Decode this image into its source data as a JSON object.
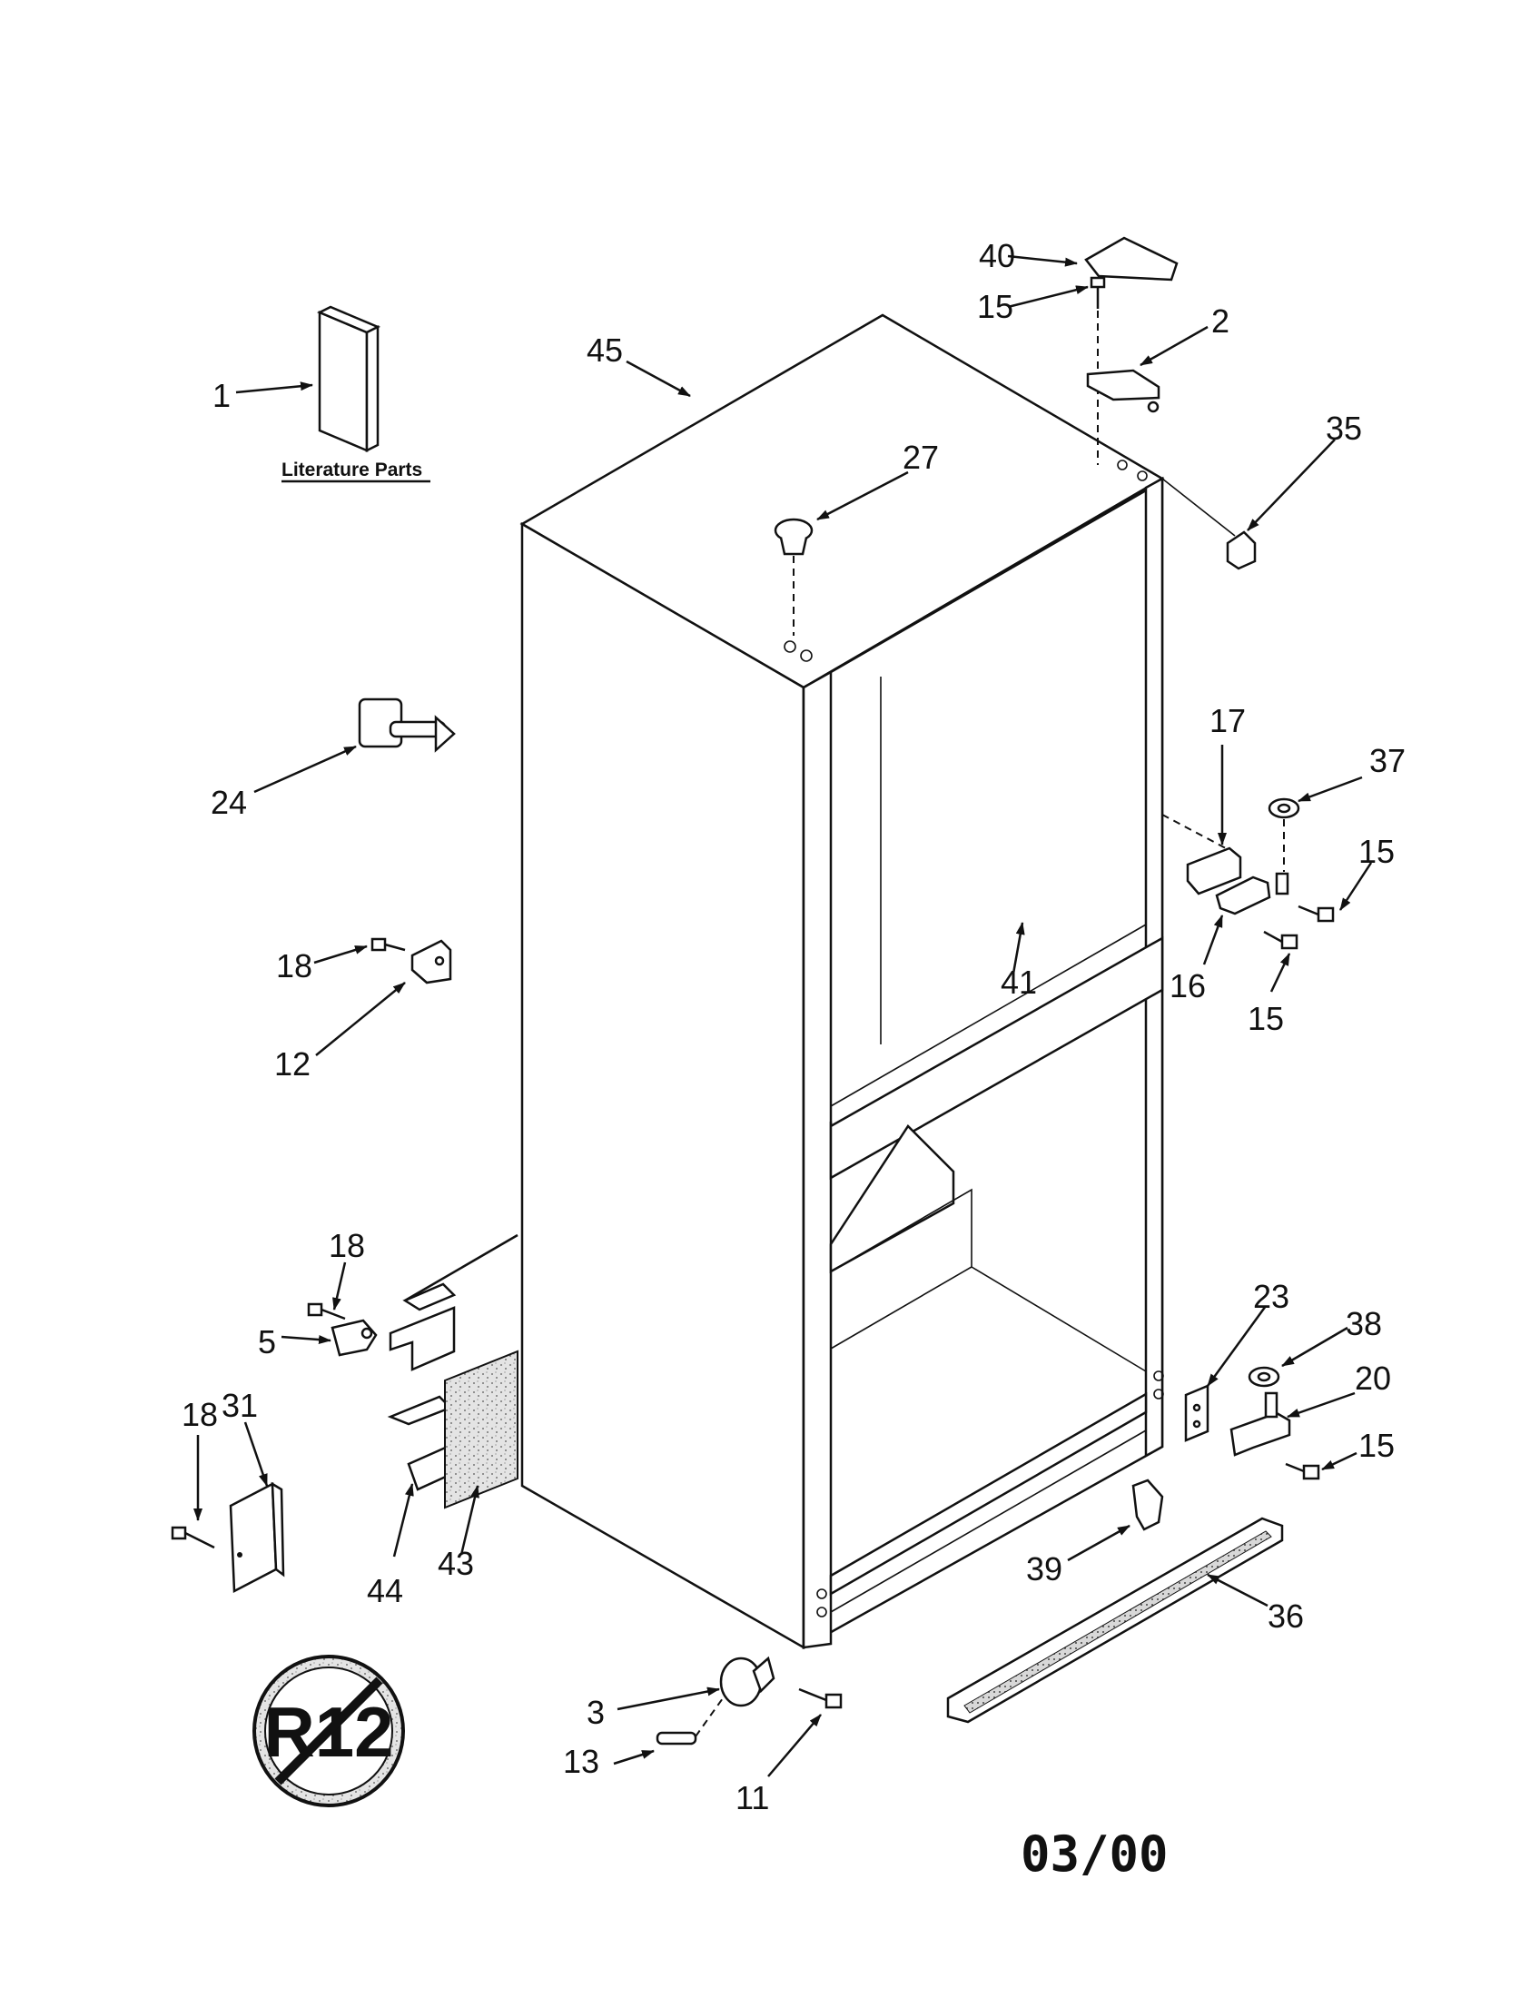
{
  "literature_caption": "Literature Parts",
  "date_code": "03/00",
  "r12_symbol_text": "R12",
  "callouts": {
    "c1": "1",
    "c2": "2",
    "c3": "3",
    "c5": "5",
    "c11": "11",
    "c12": "12",
    "c13": "13",
    "c15a": "15",
    "c15b": "15",
    "c15c": "15",
    "c15d": "15",
    "c16": "16",
    "c17": "17",
    "c18a": "18",
    "c18b": "18",
    "c18c": "18",
    "c20": "20",
    "c23": "23",
    "c24": "24",
    "c27": "27",
    "c31": "31",
    "c35": "35",
    "c36": "36",
    "c37": "37",
    "c38": "38",
    "c39": "39",
    "c40": "40",
    "c41": "41",
    "c43": "43",
    "c44": "44",
    "c45": "45"
  }
}
